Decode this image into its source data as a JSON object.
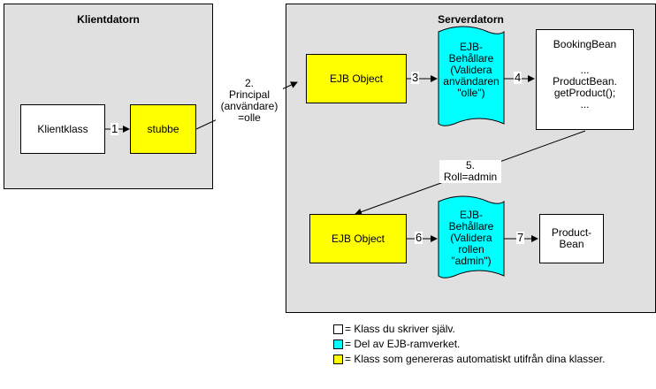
{
  "client": {
    "title": "Klientdatorn",
    "class_label": "Klientklass",
    "stub_label": "stubbe"
  },
  "server": {
    "title": "Serverdatorn",
    "ejb_object_top": "EJB Object",
    "ejb_object_bottom": "EJB Object",
    "container_top": [
      "EJB-",
      "Behållare",
      "(Validera",
      "användaren",
      "\"olle\")"
    ],
    "container_bottom": [
      "EJB-",
      "Behållare",
      "(Validera",
      "rollen",
      "\"admin\")"
    ],
    "booking_bean": {
      "title": "BookingBean",
      "lines": [
        "...",
        "ProductBean.",
        "getProduct();",
        "..."
      ]
    },
    "product_bean": [
      "Product-",
      "Bean"
    ]
  },
  "steps": {
    "s1": "1",
    "s2": [
      "2.",
      "Principal",
      "(användare)",
      "=olle"
    ],
    "s3": "3",
    "s4": "4",
    "s5": [
      "5.",
      "Roll=admin"
    ],
    "s6": "6",
    "s7": "7"
  },
  "legend": {
    "items": [
      {
        "color": "#ffffff",
        "text": "= Klass du skriver själv."
      },
      {
        "color": "#00ffff",
        "text": "= Del av EJB-ramverket."
      },
      {
        "color": "#ffff00",
        "text": "= Klass som genereras automatiskt utifrån dina klasser."
      }
    ]
  },
  "colors": {
    "panel": "#e0e0e0",
    "container": "#00ffff",
    "generated": "#ffff00",
    "own": "#ffffff"
  }
}
